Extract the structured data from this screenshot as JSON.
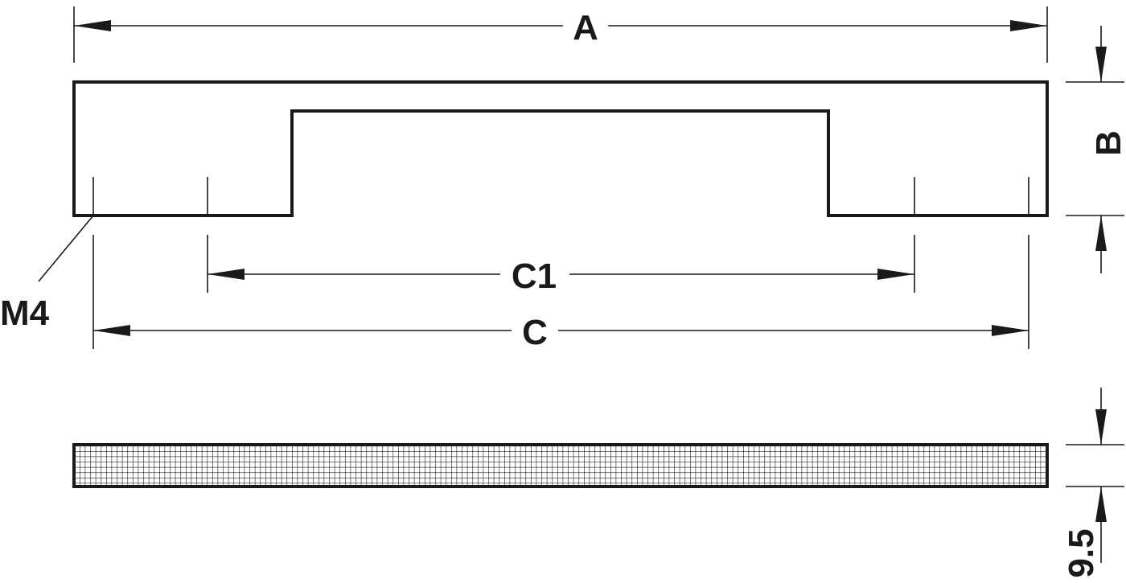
{
  "labels": {
    "a": "A",
    "b": "B",
    "c": "C",
    "c1": "C1",
    "thread": "M4",
    "thickness": "9.5"
  },
  "colors": {
    "line": "#1a1a1a",
    "background": "#ffffff"
  }
}
